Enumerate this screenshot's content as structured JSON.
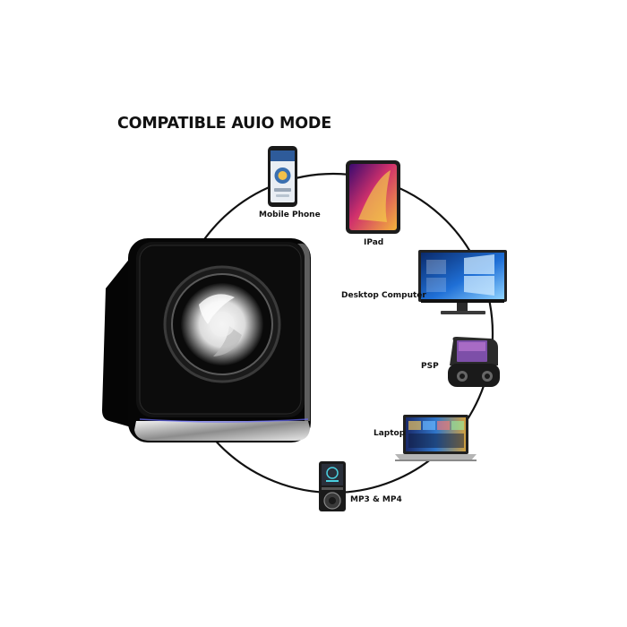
{
  "title": "COMPATIBLE AUIO MODE",
  "devices": [
    {
      "label": "Mobile Phone",
      "icon": "mobile-phone-icon"
    },
    {
      "label": "IPad",
      "icon": "tablet-icon"
    },
    {
      "label": "Desktop Computer",
      "icon": "desktop-monitor-icon"
    },
    {
      "label": "PSP",
      "icon": "handheld-console-icon"
    },
    {
      "label": "Laptop",
      "icon": "laptop-icon"
    },
    {
      "label": "MP3 & MP4",
      "icon": "media-player-icon"
    }
  ],
  "colors": {
    "background": "#ffffff",
    "speaker_body": "#0b0b0b",
    "speaker_trim": "#c9c9c9",
    "circle": "#111111"
  }
}
